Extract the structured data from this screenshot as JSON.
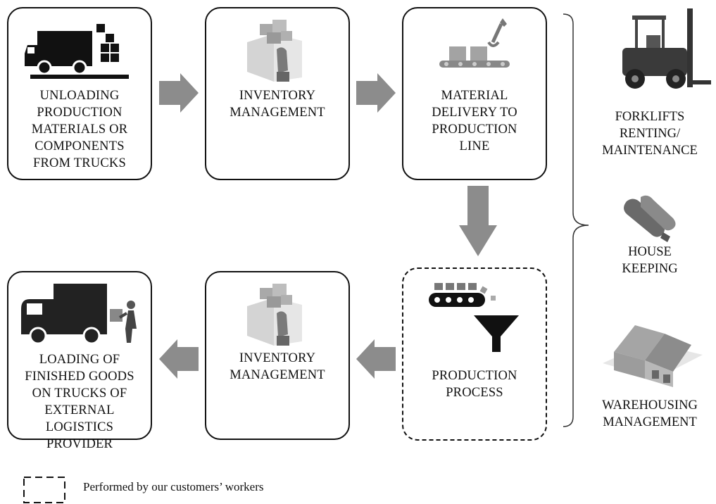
{
  "steps": {
    "unloading": "UNLOADING\nPRODUCTION\nMATERIALS OR\nCOMPONENTS\nFROM TRUCKS",
    "inventory_top": "INVENTORY\nMANAGEMENT",
    "material_delivery": "MATERIAL\nDELIVERY TO\nPRODUCTION\nLINE",
    "production": "PRODUCTION\nPROCESS",
    "inventory_bottom": "INVENTORY\nMANAGEMENT",
    "loading": "LOADING OF\nFINISHED GOODS\nON TRUCKS OF\nEXTERNAL\nLOGISTICS PROVIDER"
  },
  "services": {
    "forklifts": "FORKLIFTS\nRENTING/\nMAINTENANCE",
    "housekeeping": "HOUSE\nKEEPING",
    "warehousing": "WAREHOUSING\nMANAGEMENT"
  },
  "legend": {
    "text": "Performed by our customers’ workers"
  },
  "icons": {
    "unloading": "delivery-truck-icon",
    "inventory": "inventory-hand-boxes-icon",
    "material_delivery": "conveyor-robot-arm-icon",
    "production": "conveyor-funnel-icon",
    "loading": "truck-loading-worker-icon",
    "forklift": "forklift-icon",
    "gloves": "gloves-icon",
    "warehouse": "warehouse-icon"
  },
  "colors": {
    "arrow": "#8c8c8c",
    "border": "#111111"
  }
}
